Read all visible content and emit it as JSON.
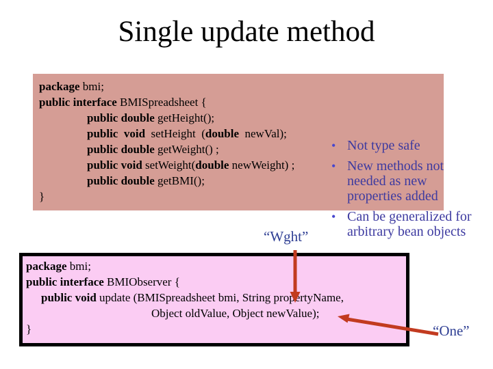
{
  "title": "Single update method",
  "colors": {
    "block1_bg": "#d59d95",
    "block2_bg": "#fbccf3",
    "block2_border": "#000000",
    "arrow": "#c23b20",
    "bullet_text": "#3d3aa0",
    "bullet_dot": "#4747cf",
    "label_text": "#2e3e93"
  },
  "code_block_1": {
    "lines": [
      {
        "indent": 0,
        "segments": [
          {
            "t": "package",
            "b": true
          },
          {
            "t": " bmi;"
          }
        ]
      },
      {
        "indent": 0,
        "segments": [
          {
            "t": "public interface",
            "b": true
          },
          {
            "t": " BMISpreadsheet {"
          }
        ]
      },
      {
        "indent": 70,
        "segments": [
          {
            "t": "public double",
            "b": true
          },
          {
            "t": " getHeight();"
          }
        ]
      },
      {
        "indent": 70,
        "segments": [
          {
            "t": "public",
            "b": true
          },
          {
            "t": "  "
          },
          {
            "t": "void",
            "b": true
          },
          {
            "t": "  setHeight  ("
          },
          {
            "t": "double",
            "b": true
          },
          {
            "t": "  newVal);"
          }
        ]
      },
      {
        "indent": 70,
        "segments": [
          {
            "t": "public double",
            "b": true
          },
          {
            "t": " getWeight() ;"
          }
        ]
      },
      {
        "indent": 70,
        "segments": [
          {
            "t": "public void",
            "b": true
          },
          {
            "t": " setWeight("
          },
          {
            "t": "double",
            "b": true
          },
          {
            "t": " newWeight) ;"
          }
        ]
      },
      {
        "indent": 70,
        "segments": [
          {
            "t": "public double",
            "b": true
          },
          {
            "t": " getBMI();"
          }
        ]
      },
      {
        "indent": 0,
        "segments": [
          {
            "t": "}"
          }
        ]
      }
    ]
  },
  "bullets": {
    "dot": "•",
    "items": [
      {
        "text": "Not type safe"
      },
      {
        "text": "New methods not\nneeded as new\nproperties added"
      },
      {
        "text": "Can be generalized for\narbitrary bean objects"
      }
    ]
  },
  "labels": {
    "wght": "“Wght”",
    "one": "“One”"
  },
  "code_block_2": {
    "lines": [
      {
        "indent": 0,
        "segments": [
          {
            "t": "package",
            "b": true
          },
          {
            "t": " bmi;"
          }
        ]
      },
      {
        "indent": 0,
        "segments": [
          {
            "t": "public interface",
            "b": true
          },
          {
            "t": " BMIObserver {"
          }
        ]
      },
      {
        "indent": 22,
        "segments": [
          {
            "t": "public void",
            "b": true
          },
          {
            "t": " update (BMISpreadsheet bmi, String propertyName,"
          }
        ]
      },
      {
        "indent": 183,
        "segments": [
          {
            "t": "Object oldValue, Object newValue);"
          }
        ]
      },
      {
        "indent": 0,
        "segments": [
          {
            "t": "}"
          }
        ]
      }
    ]
  }
}
